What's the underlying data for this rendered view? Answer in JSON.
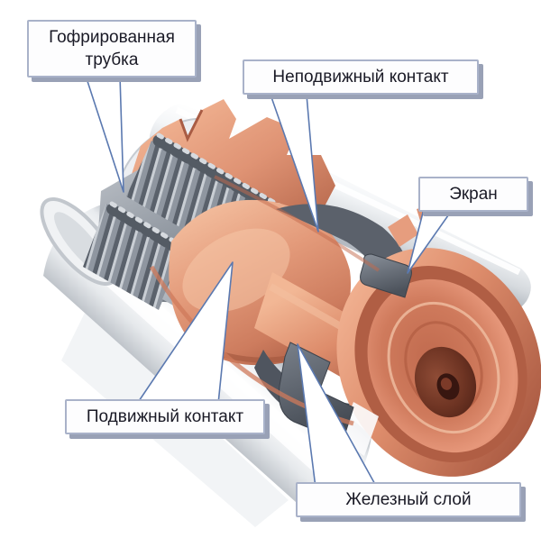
{
  "callouts": [
    {
      "id": "corrugated-tube",
      "label": "Гофрированная трубка"
    },
    {
      "id": "fixed-contact",
      "label": "Неподвижный контакт"
    },
    {
      "id": "screen",
      "label": "Экран"
    },
    {
      "id": "moving-contact",
      "label": "Подвижный контакт"
    },
    {
      "id": "iron-layer",
      "label": "Железный слой"
    }
  ],
  "colors": {
    "copper_light": "#f2b795",
    "copper_mid": "#d98a6b",
    "copper_dark": "#a85a42",
    "metal_gray": "#8d939c",
    "shield_dark": "#4c525b",
    "shell_white": "#f4f5f6",
    "callout_border": "#a9b2c9",
    "callout_shadow": "#99a1b6",
    "leader_stroke": "#5b79b0",
    "text": "#1a1a26"
  }
}
